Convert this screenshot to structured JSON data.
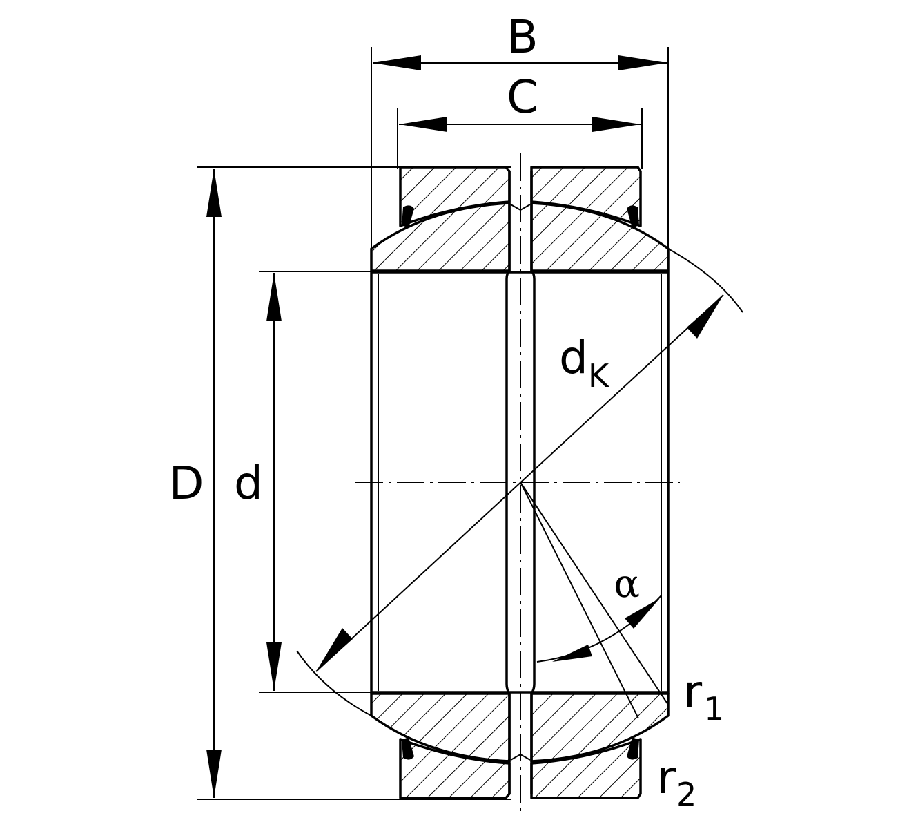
{
  "labels": {
    "B": "B",
    "C": "C",
    "D": "D",
    "d": "d",
    "dk_main": "d",
    "dk_sub": "K",
    "alpha": "α",
    "r1_main": "r",
    "r1_sub": "1",
    "r2_main": "r",
    "r2_sub": "2"
  },
  "colors": {
    "ink": "#000000",
    "background": "#ffffff"
  }
}
